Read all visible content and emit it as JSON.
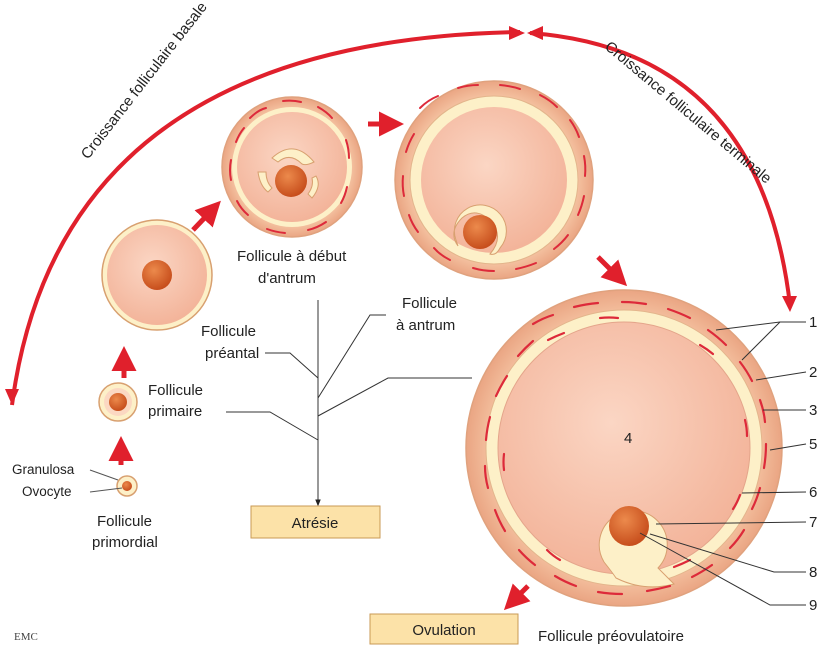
{
  "arcs": {
    "basal": "Croissance folliculaire basale",
    "terminal": "Croissance folliculaire terminale"
  },
  "labels": {
    "granulosa": "Granulosa",
    "ovocyte": "Ovocyte",
    "primordial_1": "Follicule",
    "primordial_2": "primordial",
    "primaire_1": "Follicule",
    "primaire_2": "primaire",
    "preantral_1": "Follicule",
    "preantral_2": "préantal",
    "debut_antrum_1": "Follicule à début",
    "debut_antrum_2": "d'antrum",
    "antrum_1": "Follicule",
    "antrum_2": "à antrum",
    "atresie": "Atrésie",
    "ovulation": "Ovulation",
    "preovulatoire": "Follicule préovulatoire",
    "cavity_number": "4",
    "logo": "EMC"
  },
  "numbers": [
    "1",
    "2",
    "3",
    "5",
    "6",
    "7",
    "8",
    "9"
  ],
  "colors": {
    "arrow_red": "#e0202c",
    "follicle_fill": "#f8c9b3",
    "cream": "#fdf0c8",
    "theca": "#f5c6a6",
    "oocyte": "#d9632a",
    "streak": "#dd2a3a",
    "box_fill": "#fce2a8"
  }
}
